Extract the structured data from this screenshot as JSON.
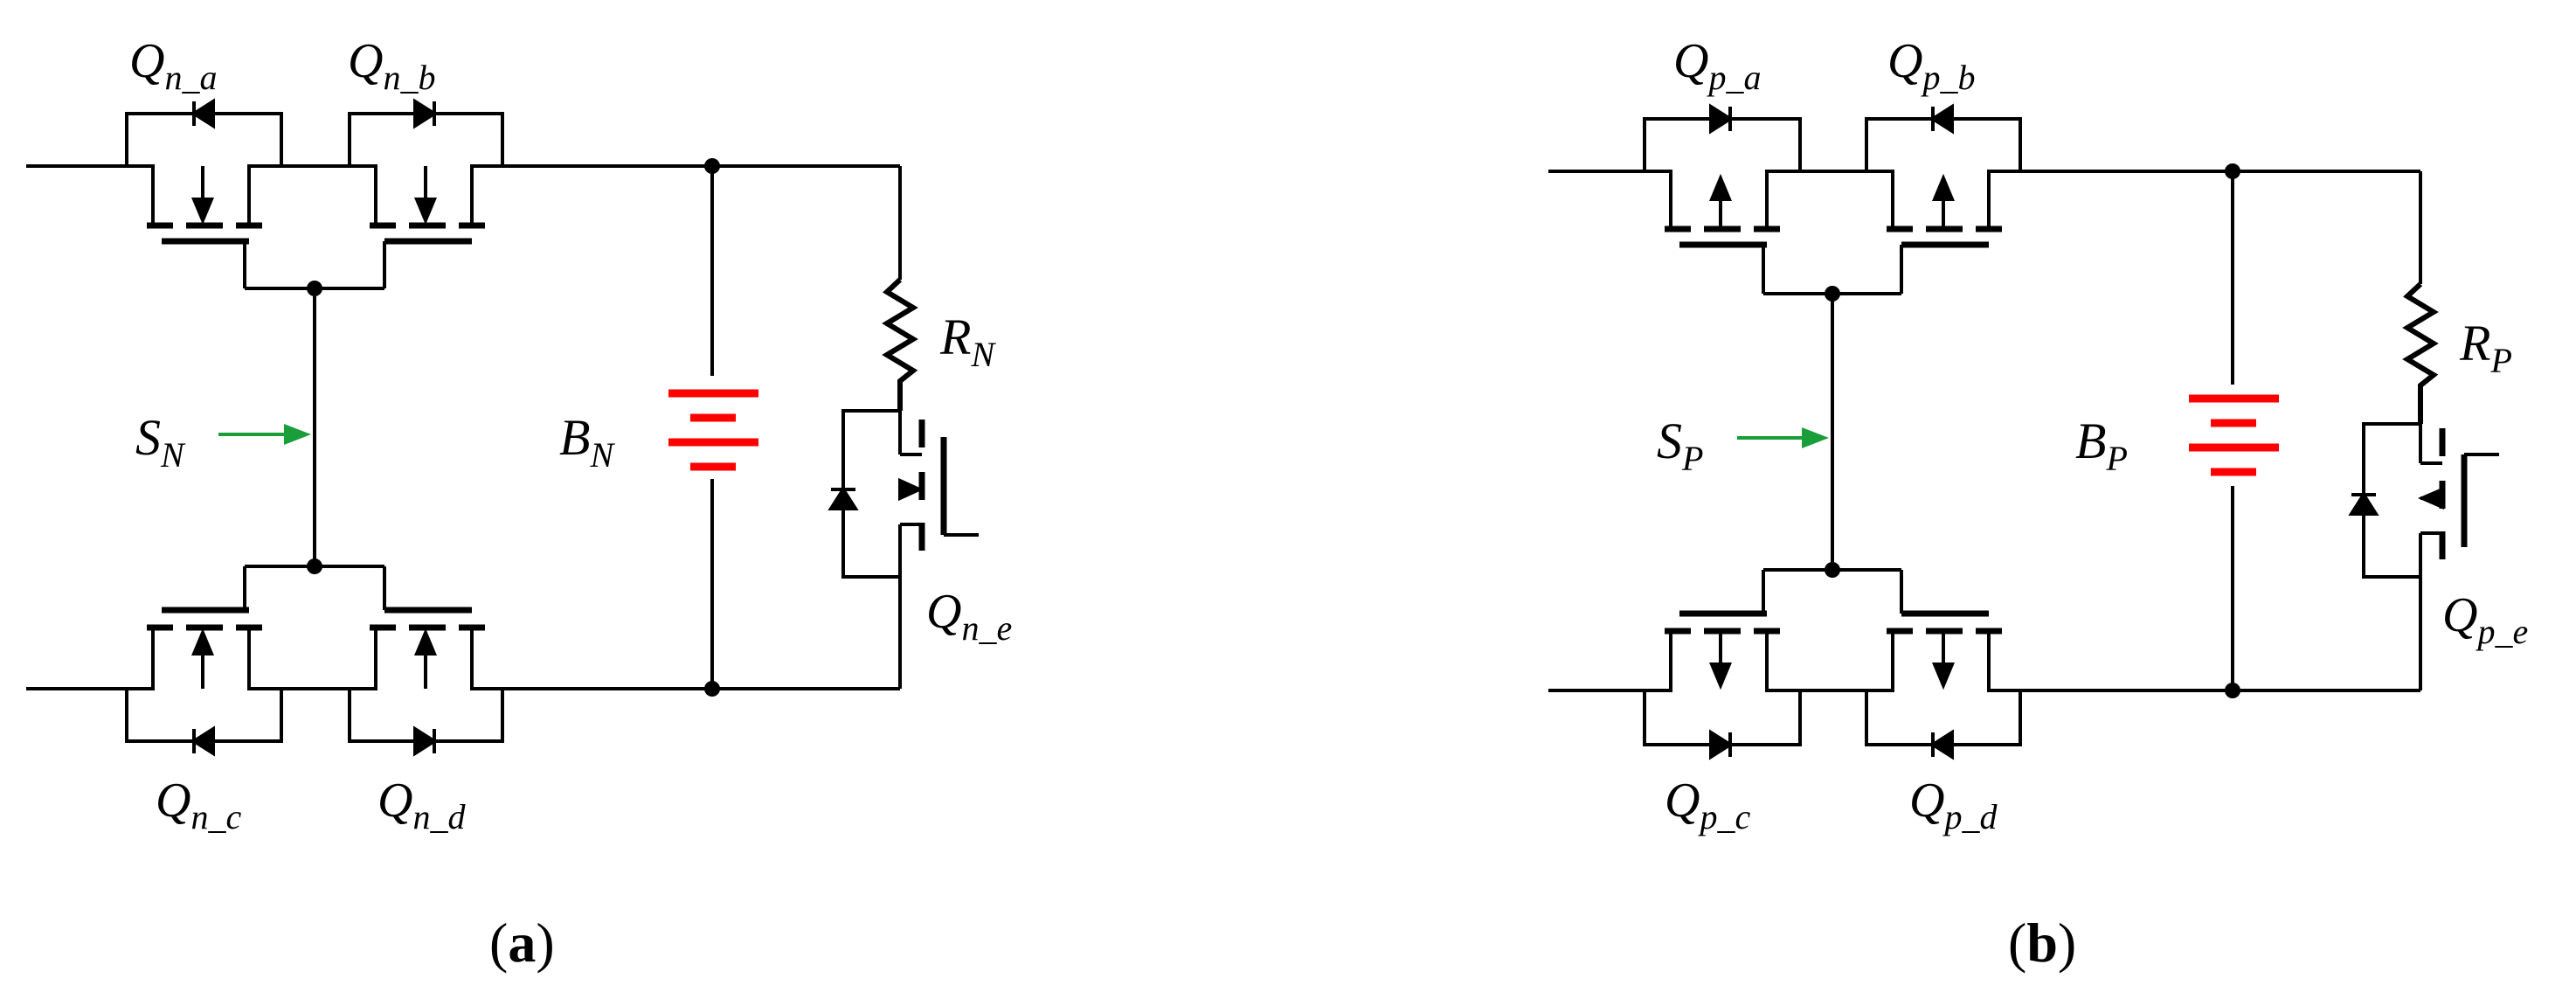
{
  "panels": {
    "a": {
      "caption": {
        "open": "(",
        "letter": "a",
        "close": ")"
      },
      "labels": {
        "qa": {
          "main": "Q",
          "sub": "n_a"
        },
        "qb": {
          "main": "Q",
          "sub": "n_b"
        },
        "qc": {
          "main": "Q",
          "sub": "n_c"
        },
        "qd": {
          "main": "Q",
          "sub": "n_d"
        },
        "qe": {
          "main": "Q",
          "sub": "n_e"
        },
        "s": {
          "main": "S",
          "sub": "N"
        },
        "bat": {
          "main": "B",
          "sub": "N"
        },
        "r": {
          "main": "R",
          "sub": "N"
        }
      }
    },
    "b": {
      "caption": {
        "open": "(",
        "letter": "b",
        "close": ")"
      },
      "labels": {
        "qa": {
          "main": "Q",
          "sub": "p_a"
        },
        "qb": {
          "main": "Q",
          "sub": "p_b"
        },
        "qc": {
          "main": "Q",
          "sub": "p_c"
        },
        "qd": {
          "main": "Q",
          "sub": "p_d"
        },
        "qe": {
          "main": "Q",
          "sub": "p_e"
        },
        "s": {
          "main": "S",
          "sub": "P"
        },
        "bat": {
          "main": "B",
          "sub": "P"
        },
        "r": {
          "main": "R",
          "sub": "P"
        }
      }
    }
  },
  "colors": {
    "wire": "#000000",
    "battery": "#ff0000",
    "signal_arrow": "#1a9e3a"
  }
}
